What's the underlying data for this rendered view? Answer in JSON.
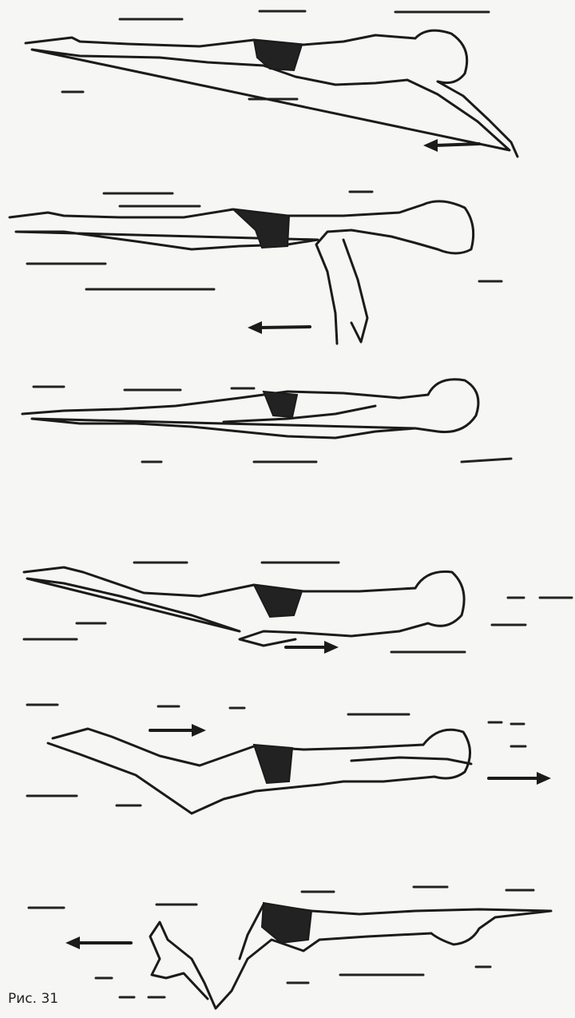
{
  "caption": "Рис. 31",
  "figures": [
    {
      "id": "phase-1",
      "arrow_direction": "left"
    },
    {
      "id": "phase-2",
      "arrow_direction": "left"
    },
    {
      "id": "phase-3",
      "arrow_direction": "none"
    },
    {
      "id": "phase-4",
      "arrow_direction": "right"
    },
    {
      "id": "phase-5",
      "arrow_direction": "right"
    },
    {
      "id": "phase-6",
      "arrow_direction": "left"
    }
  ]
}
